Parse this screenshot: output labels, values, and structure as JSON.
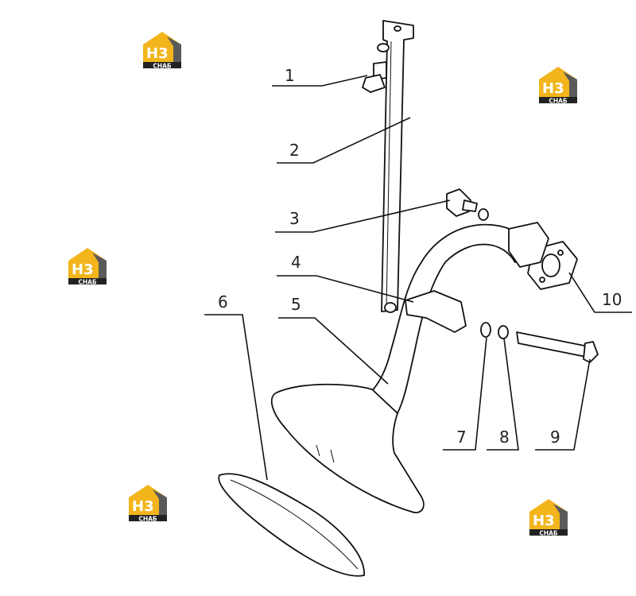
{
  "callouts": [
    "1",
    "2",
    "3",
    "4",
    "5",
    "6",
    "7",
    "8",
    "9",
    "10"
  ],
  "watermark": {
    "main": "H3",
    "sub": "СНАБ"
  },
  "colors": {
    "logo_yellow": "#f2b51c",
    "logo_gray": "#5a5a5a",
    "ink": "#111111"
  }
}
